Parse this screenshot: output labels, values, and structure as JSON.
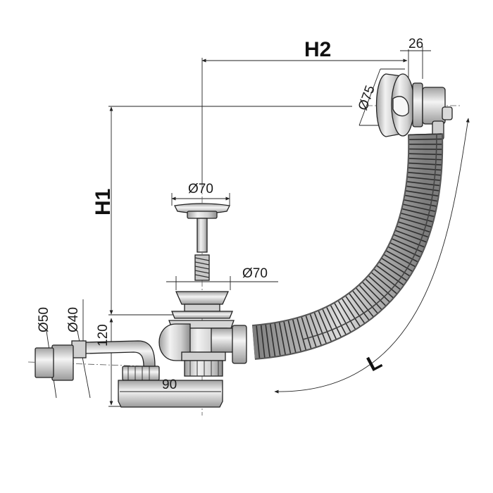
{
  "dimensions": {
    "h1": "H1",
    "h2": "H2",
    "l": "L",
    "d26": "26",
    "d75": "Ø75",
    "d70_top": "Ø70",
    "d70_mid": "Ø70",
    "d50": "Ø50",
    "d40": "Ø40",
    "d120": "120",
    "d90": "90"
  },
  "colors": {
    "line": "#222222",
    "metal_light": "#e6e6e6",
    "metal_mid": "#bdbdbd",
    "metal_dark": "#8a8a8a",
    "hose": "#9b9b9b"
  }
}
